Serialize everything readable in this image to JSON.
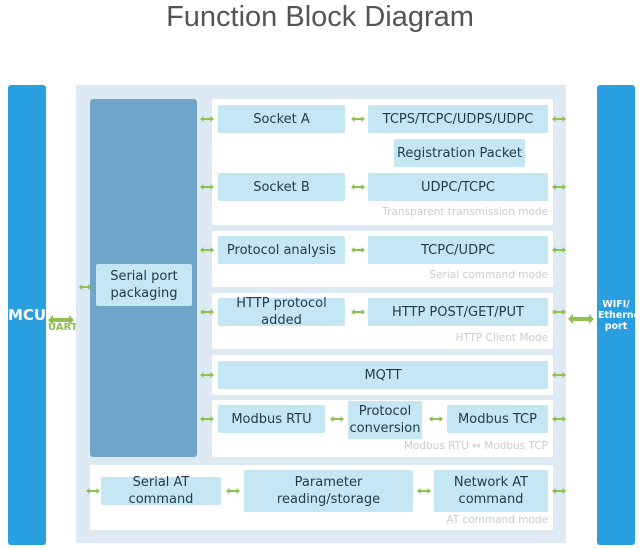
{
  "title": "Function Block Diagram",
  "left_port": {
    "label": "MCU",
    "link_label": "UART"
  },
  "right_port": {
    "label": "WIFI/ Ethernet port"
  },
  "serial_block": {
    "label": "Serial port packaging"
  },
  "modes": {
    "transparent": {
      "label": "Transparent transmission mode",
      "socket_a": "Socket A",
      "socket_a_protocols": "TCPS/TCPC/UDPS/UDPC",
      "registration": "Registration Packet",
      "socket_b": "Socket B",
      "socket_b_protocols": "UDPC/TCPC"
    },
    "serial_command": {
      "label": "Serial command mode",
      "analysis": "Protocol analysis",
      "protocols": "TCPC/UDPC"
    },
    "http_client": {
      "label": "HTTP Client Mode",
      "added": "HTTP protocol added",
      "methods": "HTTP POST/GET/PUT"
    },
    "mqtt": {
      "label": "MQTT"
    },
    "modbus": {
      "label": "Modbus RTU ↔ Modbus TCP",
      "rtu": "Modbus RTU",
      "conversion": "Protocol conversion",
      "tcp": "Modbus TCP"
    },
    "at_command": {
      "label": "AT command mode",
      "serial_at": "Serial AT command",
      "params": "Parameter reading/storage",
      "network_at": "Network AT command"
    }
  },
  "colors": {
    "port": "#2a9fe0",
    "panel": "#dde9f3",
    "serial_block": "#6ea5c9",
    "box": "#c5e6f3",
    "arrow": "#8cc152"
  }
}
